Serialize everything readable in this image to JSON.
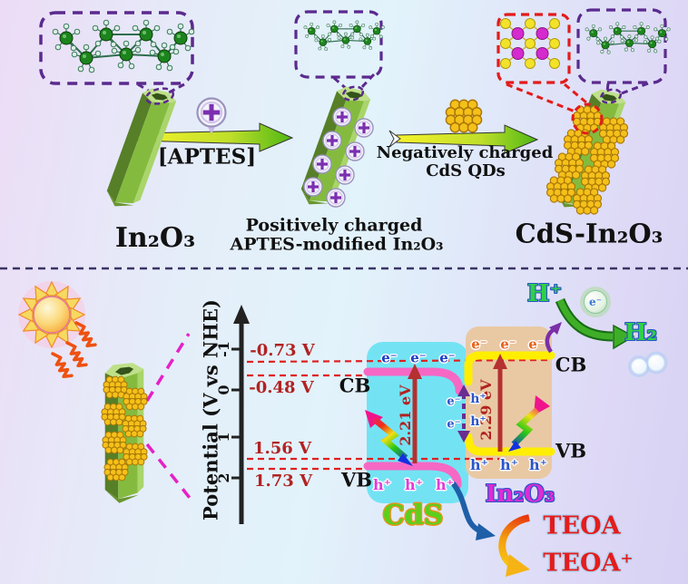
{
  "figure": {
    "synthesis": {
      "in2o3_label": "In₂O₃",
      "aptes_arrow_label": "[APTES]",
      "aptes_product_line1": "Positively charged",
      "aptes_product_line2": "APTES-modified In₂O₃",
      "cds_arrow_line1": "Negatively charged",
      "cds_arrow_line2": "CdS QDs",
      "product_label": "CdS-In₂O₃"
    },
    "band_diagram": {
      "axis_label": "Potential (V vs NHE)",
      "axis_ticks": [
        "-1",
        "0",
        "1",
        "2"
      ],
      "levels": {
        "in2o3_cb": "-0.73 V",
        "cds_cb": "-0.48 V",
        "in2o3_vb": "1.56 V",
        "cds_vb": "1.73 V"
      },
      "cds": {
        "name": "CdS",
        "bandgap": "2.21 eV",
        "cb": "CB",
        "vb": "VB"
      },
      "in2o3": {
        "name": "In₂O₃",
        "bandgap": "2.29 eV",
        "cb": "CB",
        "vb": "VB"
      },
      "symbols": {
        "electron": "e⁻",
        "hole": "h⁺"
      },
      "reaction": {
        "proton": "H⁺",
        "hydrogen": "H₂",
        "donor": "TEOA",
        "donor_oxidized": "TEOA⁺"
      }
    },
    "colors": {
      "cds_block": "#73e3f3",
      "cds_band": "#f668c4",
      "in2o3_block": "#e9c9a4",
      "in2o3_band": "#ffee00",
      "level_line": "#e02020",
      "bandgap_arrow": "#b53030",
      "transfer_arrow": "#6a2d91",
      "rod_green": "#84bb3e",
      "qd_gold": "#f4c01a"
    }
  }
}
